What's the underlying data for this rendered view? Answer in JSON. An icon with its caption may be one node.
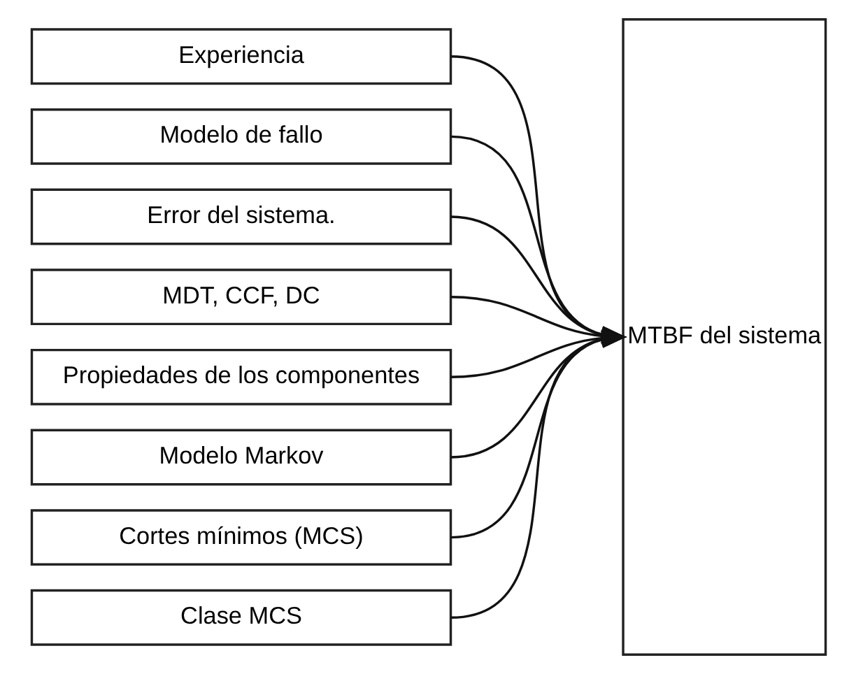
{
  "diagram": {
    "nodes": [
      {
        "text": [
          "Experiencia"
        ]
      },
      {
        "text": [
          "Modelo de fallo"
        ]
      },
      {
        "text": [
          "Error del sistema."
        ]
      },
      {
        "text": [
          "MDT, CCF, DC"
        ]
      },
      {
        "text": [
          "Propiedades de los componentes"
        ]
      },
      {
        "text": [
          "Modelo Markov"
        ]
      },
      {
        "text": [
          "Cortes mínimos (MCS)"
        ]
      },
      {
        "text": [
          "Clase MCS"
        ]
      },
      {
        "text": [
          "MTBF del sistema"
        ]
      }
    ],
    "edges": [
      {
        "from": 0,
        "to": 8,
        "arrow": "to"
      },
      {
        "from": 1,
        "to": 8,
        "arrow": "to"
      },
      {
        "from": 2,
        "to": 8,
        "arrow": "to"
      },
      {
        "from": 3,
        "to": 8,
        "arrow": "to"
      },
      {
        "from": 4,
        "to": 8,
        "arrow": "to"
      },
      {
        "from": 5,
        "to": 8,
        "arrow": "to"
      },
      {
        "from": 6,
        "to": 8,
        "arrow": "to"
      },
      {
        "from": 7,
        "to": 8,
        "arrow": "to"
      }
    ]
  }
}
